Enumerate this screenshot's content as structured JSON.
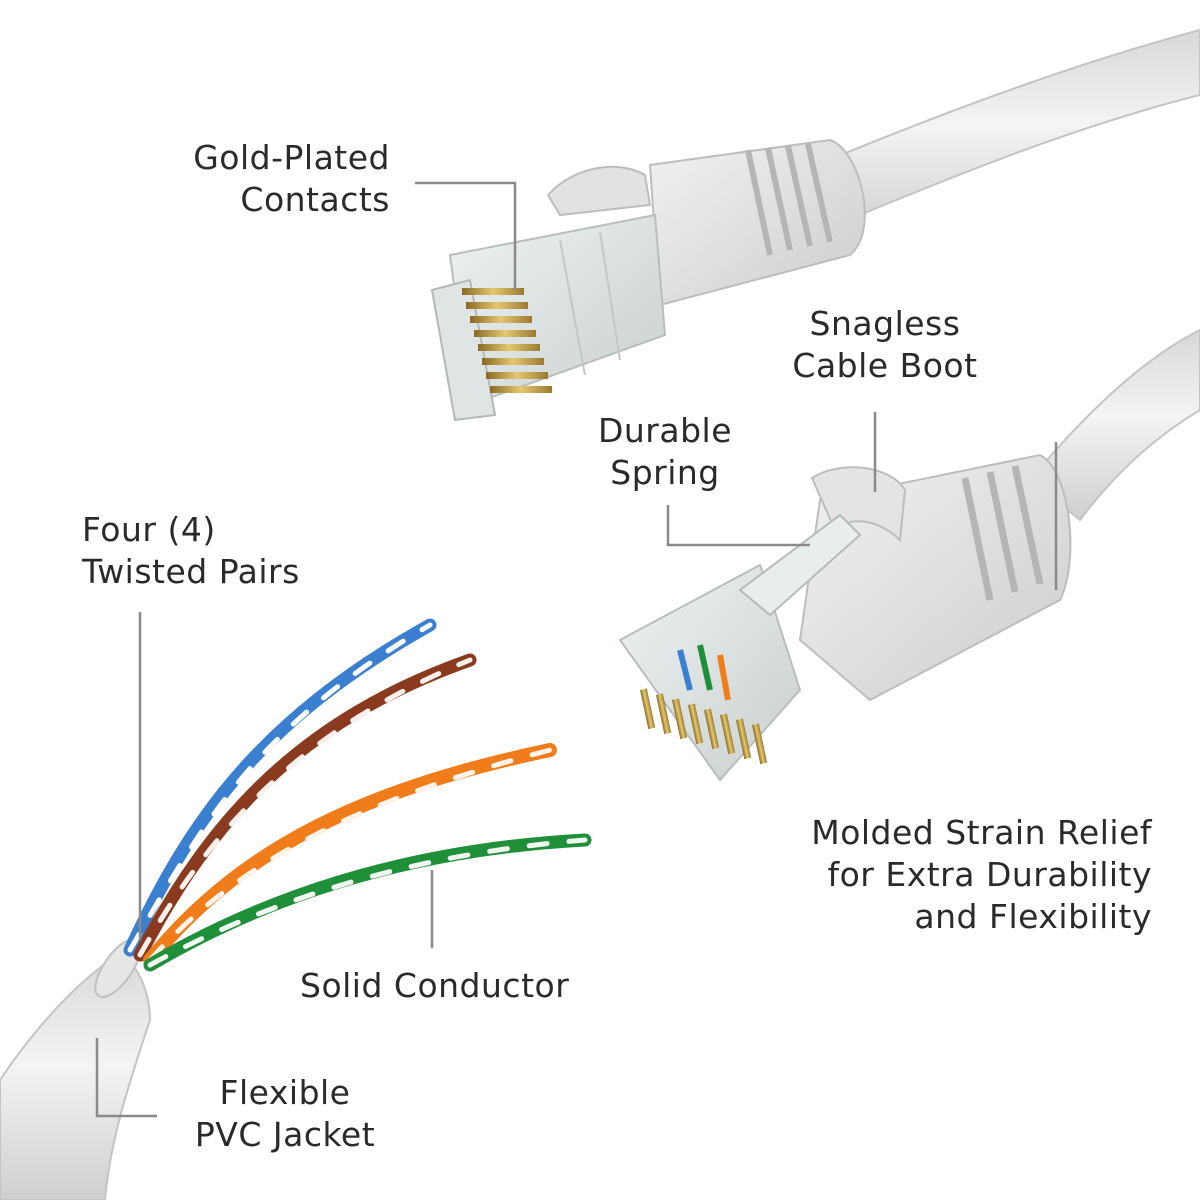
{
  "labels": {
    "gold_contacts": [
      "Gold-Plated",
      "Contacts"
    ],
    "snagless_boot": [
      "Snagless",
      "Cable Boot"
    ],
    "durable_spring": [
      "Durable",
      "Spring"
    ],
    "twisted_pairs": [
      "Four (4)",
      "Twisted Pairs"
    ],
    "strain_relief": [
      "Molded Strain Relief",
      "for Extra Durability",
      "and Flexibility"
    ],
    "solid_conductor": [
      "Solid Conductor"
    ],
    "pvc_jacket": [
      "Flexible",
      "PVC Jacket"
    ]
  },
  "colors": {
    "background": "#ffffff",
    "text": "#2a2a2a",
    "leader": "#8a8a8a",
    "cable_white": "#ebebeb",
    "cable_shadow": "#c9c9c9",
    "gold": "#c9a24a",
    "pair_blue": "#3b7fd0",
    "pair_brown": "#8a3a1e",
    "pair_orange": "#f07d1a",
    "pair_green": "#1f8f3a"
  }
}
